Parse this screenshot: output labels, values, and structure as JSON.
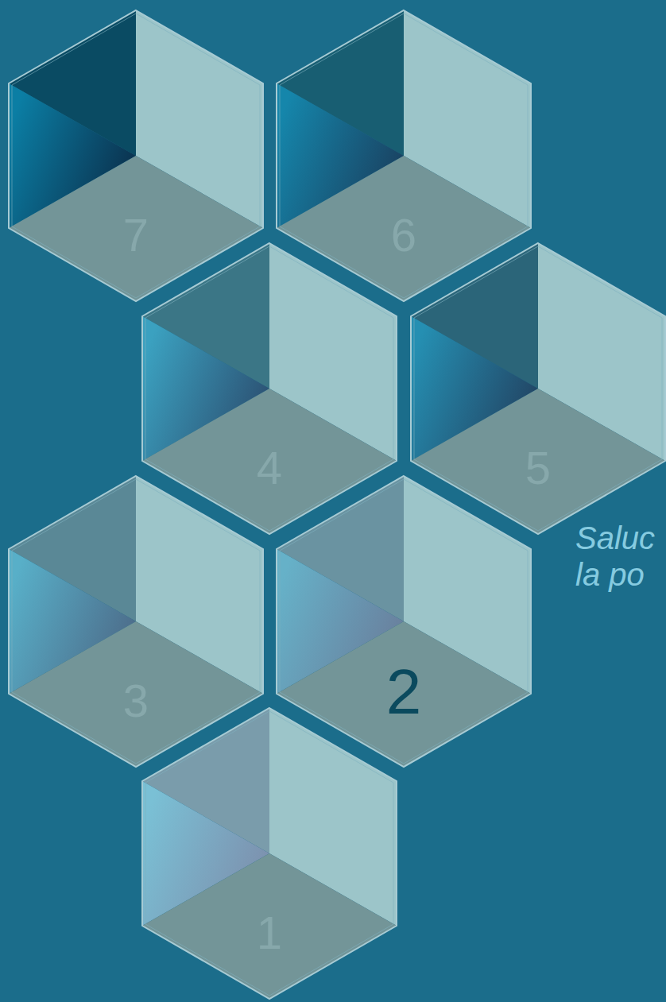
{
  "diagram": {
    "nodes": [
      {
        "text": [
          "7"
        ]
      },
      {
        "text": [
          "6"
        ]
      },
      {
        "text": [
          "4"
        ]
      },
      {
        "text": [
          "5"
        ]
      },
      {
        "text": [
          "3"
        ]
      },
      {
        "text": [
          "2"
        ]
      },
      {
        "text": [
          "1"
        ]
      }
    ],
    "labels": [
      "Saluc la po"
    ]
  }
}
